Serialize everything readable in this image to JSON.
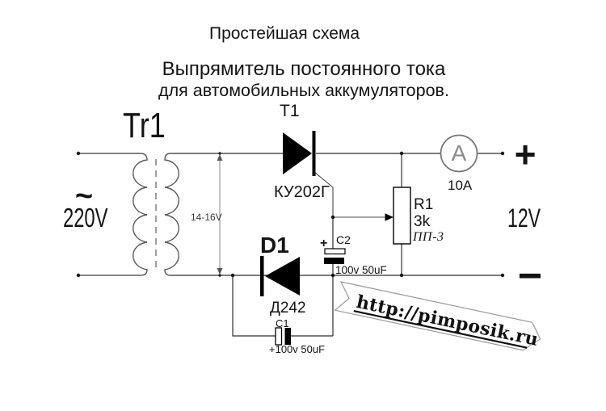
{
  "title": {
    "line1": "Простейшая схема",
    "line2": "Выпрямитель постоянного тока",
    "line3": "для автомобильных аккумуляторов."
  },
  "transformer": {
    "designator": "Tr1",
    "ac_symbol": "~",
    "primary_voltage": "220V",
    "secondary_voltage": "14-16V"
  },
  "thyristor": {
    "designator": "Т1",
    "part_number": "КУ202Г"
  },
  "diode": {
    "designator": "D1",
    "part_number": "Д242"
  },
  "capacitor_c1": {
    "designator": "C1",
    "value": "+100v 50uF"
  },
  "capacitor_c2": {
    "designator": "C2",
    "polarity": "+",
    "value": "100v 50uF"
  },
  "potentiometer": {
    "designator": "R1",
    "resistance": "3k",
    "type": "ПП-3"
  },
  "ammeter": {
    "symbol": "A",
    "rating": "10A"
  },
  "output": {
    "positive": "+",
    "negative": "−",
    "voltage": "12V"
  },
  "watermark": {
    "url": "http://pimposik.ru"
  },
  "colors": {
    "background": "#ffffff",
    "wire": "#2f2f2f",
    "component_fill": "#000000",
    "transformer_stroke": "#5a5a5a",
    "meter_stroke": "#757575",
    "watermark_border": "#9a9a9a"
  }
}
